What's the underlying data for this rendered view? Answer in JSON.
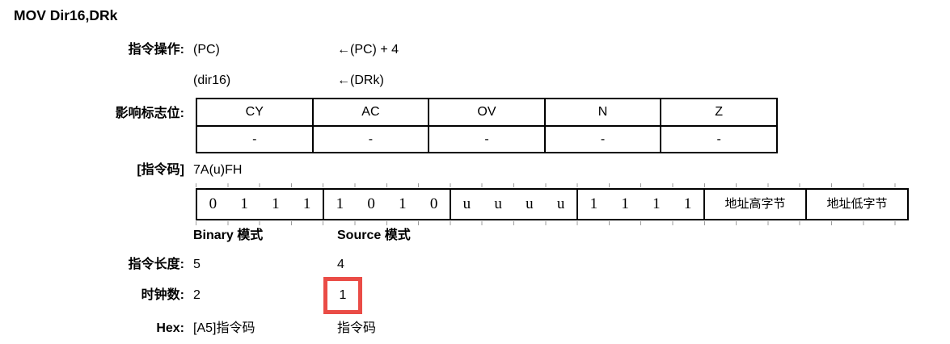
{
  "page": {
    "title": "MOV Dir16,DRk"
  },
  "operation": {
    "label": "指令操作:",
    "lines": [
      {
        "lhs": "(PC)",
        "rhs": "←(PC) + 4"
      },
      {
        "lhs": "(dir16)",
        "rhs": "←(DRk)"
      }
    ]
  },
  "flags": {
    "label": "影响标志位:",
    "headers": [
      "CY",
      "AC",
      "OV",
      "N",
      "Z"
    ],
    "values": [
      "-",
      "-",
      "-",
      "-",
      "-"
    ]
  },
  "opcode": {
    "label": "[指令码]",
    "hex": "7A(u)FH",
    "bit_groups": [
      [
        "0",
        "1",
        "1",
        "1"
      ],
      [
        "1",
        "0",
        "1",
        "0"
      ],
      [
        "u",
        "u",
        "u",
        "u"
      ],
      [
        "1",
        "1",
        "1",
        "1"
      ]
    ],
    "byte_cells": [
      "地址高字节",
      "地址低字节"
    ]
  },
  "modes": {
    "binary": "Binary 模式",
    "source": "Source 模式"
  },
  "length": {
    "label": "指令长度:",
    "binary": "5",
    "source": "4"
  },
  "clocks": {
    "label": "时钟数:",
    "binary": "2",
    "source": "1"
  },
  "hex": {
    "label": "Hex:",
    "binary_prefix": "[A5]",
    "binary_suffix": "指令码",
    "source": "指令码"
  },
  "highlight": {
    "color": "#ea4c46"
  }
}
